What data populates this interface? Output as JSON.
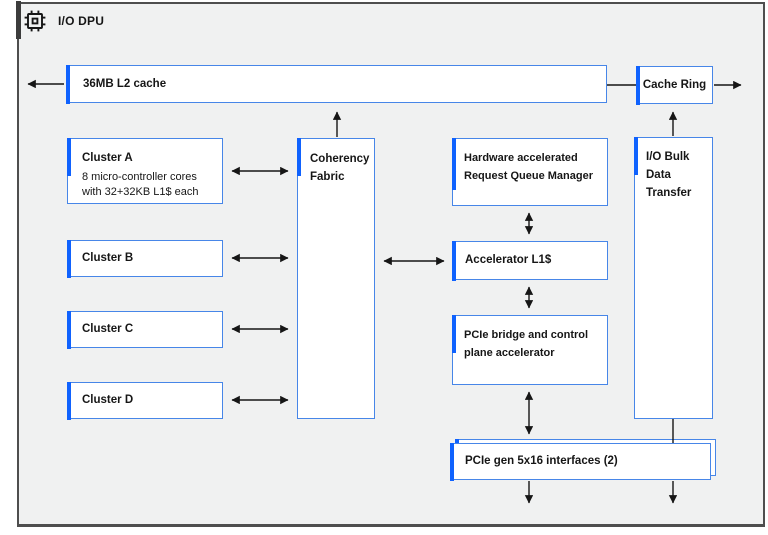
{
  "header": {
    "title": "I/O DPU",
    "icon": "chip-icon"
  },
  "colors": {
    "canvas_background": "#f0f1f1",
    "box_fill": "#ffffff",
    "box_border": "#4786e8",
    "accent_bar": "#0f62fe",
    "text": "#161616",
    "frame_border": "#4e4e4e",
    "arrow": "#161616"
  },
  "boxes": {
    "l2_cache": {
      "label": "36MB L2 cache"
    },
    "cache_ring": {
      "label": "Cache Ring"
    },
    "coherency_fabric": {
      "label": "Coherency\nFabric"
    },
    "request_queue_manager": {
      "label": "Hardware accelerated\nRequest Queue Manager"
    },
    "accelerator_l1": {
      "label": "Accelerator L1$"
    },
    "pcie_bridge": {
      "label": "PCIe bridge and control\nplane accelerator"
    },
    "pcie_interfaces": {
      "label": "PCIe gen 5x16 interfaces (2)"
    },
    "io_bulk_transfer": {
      "label": "I/O Bulk\nData\nTransfer"
    },
    "clusters": [
      {
        "label": "Cluster A",
        "description": "8 micro-controller cores\nwith 32+32KB L1$ each"
      },
      {
        "label": "Cluster B"
      },
      {
        "label": "Cluster C"
      },
      {
        "label": "Cluster D"
      }
    ]
  }
}
